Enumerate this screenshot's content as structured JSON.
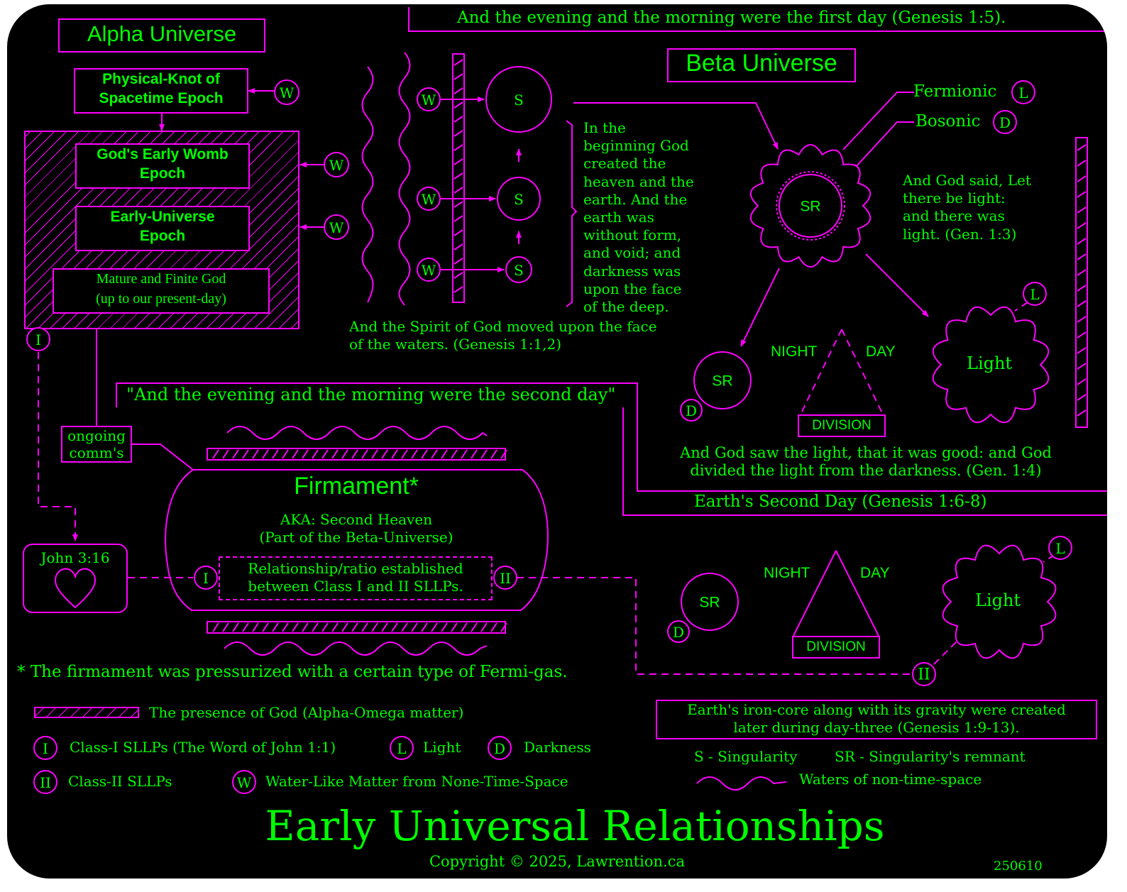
{
  "colors": {
    "background": "#000000",
    "text": "#00ff00",
    "lines": "#ff00ff"
  },
  "alpha": {
    "title": "Alpha Universe",
    "knot_line1": "Physical-Knot of",
    "knot_line2": "Spacetime Epoch",
    "womb_line1": "God's Early Womb",
    "womb_line2": "Epoch",
    "early_line1": "Early-Universe",
    "early_line2": "Epoch",
    "mature_line1": "Mature and Finite God",
    "mature_line2": "(up to our present-day)"
  },
  "markers": {
    "w": "W",
    "s": "S",
    "sr": "SR",
    "l": "L",
    "d": "D",
    "i": "I",
    "ii": "II"
  },
  "top_banner": "And the evening and the morning were the first day (Genesis 1:5).",
  "beta": {
    "title": "Beta Universe",
    "fermionic": "Fermionic",
    "bosonic": "Bosonic",
    "let_there_be_light": [
      "And God said, Let",
      "there be light:",
      "and there was",
      "light. (Gen. 1:3)"
    ],
    "night": "NIGHT",
    "day": "DAY",
    "division": "DIVISION",
    "light": "Light",
    "saw_light_line1": "And God saw the light, that it was good: and God",
    "saw_light_line2": "divided the light from the darkness. (Gen. 1:4)"
  },
  "genesis_block": {
    "lines": [
      "In the",
      "beginning God",
      "created the",
      "heaven and the",
      "earth. And the",
      "earth was",
      "without form,",
      "and void; and",
      "darkness was",
      "upon the face",
      "of the deep."
    ],
    "spirit_line1": "And the Spirit of God moved upon the face",
    "spirit_line2": "of the waters.  (Genesis 1:1,2)"
  },
  "second_day": {
    "quote": "\"And the evening and the morning were the second day\"",
    "banner": "Earth's Second Day (Genesis 1:6-8)",
    "ongoing_line1": "ongoing",
    "ongoing_line2": "comm's",
    "firmament": "Firmament*",
    "aka_line1": "AKA: Second Heaven",
    "aka_line2": "(Part of the Beta-Universe)",
    "relationship_line1": "Relationship/ratio established",
    "relationship_line2": "between Class I and II SLLPs.",
    "john": "John 3:16",
    "iron_core_line1": "Earth's iron-core along with its gravity were created",
    "iron_core_line2": "later during day-three (Genesis 1:9-13)."
  },
  "footnote": "* The firmament was pressurized with a certain type of Fermi-gas.",
  "legend": {
    "presence": "The presence of God (Alpha-Omega matter)",
    "class1": "Class-I SLLPs (The Word of John 1:1)",
    "light": "Light",
    "darkness": "Darkness",
    "class2": "Class-II SLLPs",
    "water": "Water-Like Matter from None-Time-Space",
    "singularity": "S - Singularity",
    "remnant": "SR - Singularity's remnant",
    "waters": "Waters of non-time-space"
  },
  "title": "Early Universal Relationships",
  "copyright": "Copyright ©  2025, Lawrention.ca",
  "code": "250610"
}
